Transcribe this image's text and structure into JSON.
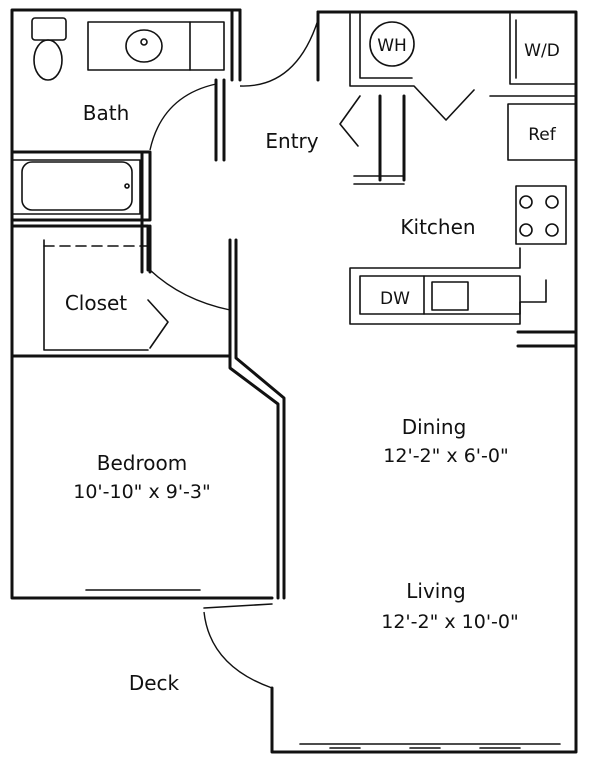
{
  "rooms": {
    "bath": "Bath",
    "entry": "Entry",
    "kitchen": "Kitchen",
    "closet": "Closet",
    "bedroom": "Bedroom",
    "bedroom_dim": "10'-10\" x 9'-3\"",
    "dining": "Dining",
    "dining_dim": "12'-2\" x 6'-0\"",
    "living": "Living",
    "living_dim": "12'-2\" x 10'-0\"",
    "deck": "Deck"
  },
  "fixtures": {
    "water_heater": "WH",
    "washer_dryer": "W/D",
    "refrigerator": "Ref",
    "dishwasher": "DW"
  }
}
